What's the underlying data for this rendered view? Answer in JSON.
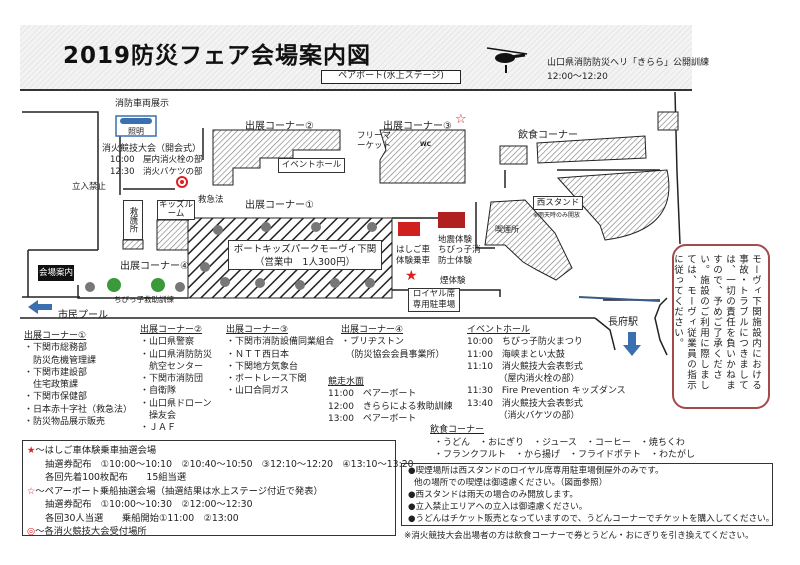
{
  "header": {
    "title": "2019防災フェア会場案内図",
    "stage_label": "ペアボート(水上ステージ)",
    "heli_event": "山口県消防防災ヘリ「きらら」公開訓練",
    "heli_time": "12:00～12:20"
  },
  "map": {
    "fire_vehicle": "消防車両展示",
    "lighting": "照明",
    "opening": "消火競技大会（開会式）",
    "opening_1": "10:00　屋内消火栓の部",
    "opening_2": "12:30　消火バケツの部",
    "no_entry": "立入禁止",
    "first_aid_room": "救護所",
    "kids_room": "キッズルーム",
    "first_aid_demo": "救急法",
    "corner1": "出展コーナー①",
    "corner2": "出展コーナー②",
    "corner3": "出展コーナー③",
    "corner4": "出展コーナー④",
    "event_hall": "イベントホール",
    "flea_market": "フリーマーケット",
    "wc": "WC",
    "food": "飲食コーナー",
    "moovy": "ボートキッズパークモーヴィ下関",
    "moovy_sub": "（営業中　1人300円）",
    "info": "会場案内",
    "kids_rescue": "ちびっ子救助訓練",
    "pool": "市民プール",
    "quake": "地震体験",
    "ladder": "はしご車体験乗車",
    "kids_fire": "ちびっ子消防士体験",
    "smoke": "煙体験",
    "royal": "ロイヤル席専用駐車場",
    "smoking": "喫煙所",
    "west_stand": "西スタンド",
    "west_note": "※雨天時のみ開放",
    "station": "長府駅",
    "notice": "モーヴィ下関施設内における事故・トラブルにつきましては、一切の責任を負いかねますので、予めご了承ください。施設のご利用に際しましては、モーヴィ従業員の指示に従ってください。"
  },
  "corners": [
    {
      "title": "出展コーナー①",
      "items": [
        "・下関市総務部",
        "　防災危機管理課",
        "・下関市建設部",
        "　住宅政策課",
        "・下関市保健部",
        "・日本赤十字社（救急法）",
        "・防災物品展示販売"
      ]
    },
    {
      "title": "出展コーナー②",
      "items": [
        "・山口県警察",
        "・山口県消防防災",
        "　航空センター",
        "・下関市消防団",
        "・自衛隊",
        "・山口県ドローン",
        "　操友会",
        "・ＪＡＦ"
      ]
    },
    {
      "title": "出展コーナー③",
      "items": [
        "・下関市消防設備同業組合",
        "・ＮＴＴ西日本",
        "・下関地方気象台",
        "・ボートレース下関",
        "・山口合同ガス"
      ]
    },
    {
      "title": "出展コーナー④",
      "items": [
        "・ブリヂストン",
        "　（防災協会会員事業所）"
      ]
    }
  ],
  "water": {
    "title": "競走水面",
    "items": [
      "11:00　ペアーボート",
      "12:00　きららによる救助訓練",
      "13:00　ペアーボート"
    ]
  },
  "hall": {
    "title": "イベントホール",
    "items": [
      "10:00　ちびっ子防火まつり",
      "11:00　海峡まとい太鼓",
      "11:10　消火競技大会表彰式",
      "　　　　（屋内消火栓の部）",
      "11:30　Fire Prevention キッズダンス",
      "13:40　消火競技大会表彰式",
      "　　　　（消火バケツの部）"
    ]
  },
  "food": {
    "title": "飲食コーナー",
    "row1": "・うどん　・おにぎり　・ジュース　・コーヒー　・焼ちくわ",
    "row2": "・フランクフルト　・から揚げ　・フライドポテト　・わたがし"
  },
  "legend": {
    "l1": "★～はしご車体験乗車抽選会場",
    "l2": "抽選券配布　①10:00～10:10　②10:40～10:50　③12:10～12:20　④13:10～13:20",
    "l3": "各回先着100枚配布　　15組当選",
    "l4": "☆～ペアーボート乗船抽選会場（抽選結果は水上ステージ付近で発表）",
    "l5": "抽選券配布　①10:00～10:30　②12:00～12:30",
    "l6": "各回30人当選　　乗船開始①11:00　②13:00",
    "l7": "◎～各消火競技大会受付場所"
  },
  "notes": {
    "n1": "●喫煙場所は西スタンドのロイヤル席専用駐車場側屋外のみです。",
    "n2": "他の場所での喫煙は御遠慮ください。（図面参照）",
    "n3": "●西スタンドは雨天の場合のみ開放します。",
    "n4": "●立入禁止エリアへの立入は御遠慮ください。",
    "n5": "●うどんはチケット販売となっていますので、うどんコーナーでチケットを購入してください。",
    "footnote": "※消火競技大会出場者の方は飲食コーナーで券とうどん・おにぎりを引き換えてください。"
  },
  "colors": {
    "red": "#e02020",
    "blue": "#3a6fb0",
    "notice_border": "#a54a4a"
  }
}
